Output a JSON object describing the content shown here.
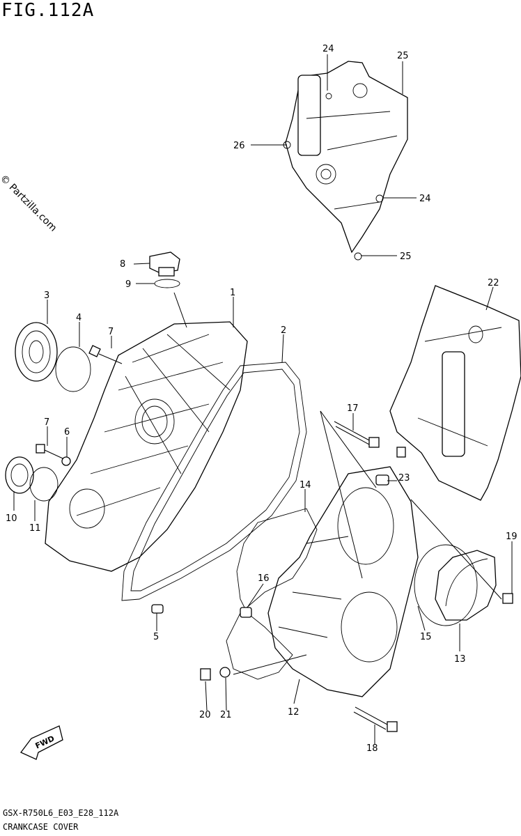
{
  "figure": {
    "title": "FIG.112A",
    "watermark": "© Partzilla.com",
    "model_code": "GSX-R750L6_E03_E28_112A",
    "section_name": "CRANKCASE COVER",
    "fwd_label": "FWD"
  },
  "callouts": [
    {
      "id": "c1",
      "label": "1"
    },
    {
      "id": "c2",
      "label": "2"
    },
    {
      "id": "c3",
      "label": "3"
    },
    {
      "id": "c4",
      "label": "4"
    },
    {
      "id": "c5",
      "label": "5"
    },
    {
      "id": "c6",
      "label": "6"
    },
    {
      "id": "c7a",
      "label": "7"
    },
    {
      "id": "c7b",
      "label": "7"
    },
    {
      "id": "c8",
      "label": "8"
    },
    {
      "id": "c9",
      "label": "9"
    },
    {
      "id": "c10",
      "label": "10"
    },
    {
      "id": "c11",
      "label": "11"
    },
    {
      "id": "c12",
      "label": "12"
    },
    {
      "id": "c13",
      "label": "13"
    },
    {
      "id": "c14",
      "label": "14"
    },
    {
      "id": "c15",
      "label": "15"
    },
    {
      "id": "c16",
      "label": "16"
    },
    {
      "id": "c17",
      "label": "17"
    },
    {
      "id": "c18",
      "label": "18"
    },
    {
      "id": "c19",
      "label": "19"
    },
    {
      "id": "c20",
      "label": "20"
    },
    {
      "id": "c21",
      "label": "21"
    },
    {
      "id": "c22",
      "label": "22"
    },
    {
      "id": "c23",
      "label": "23"
    },
    {
      "id": "c24a",
      "label": "24"
    },
    {
      "id": "c24b",
      "label": "24"
    },
    {
      "id": "c25a",
      "label": "25"
    },
    {
      "id": "c25b",
      "label": "25"
    },
    {
      "id": "c26",
      "label": "26"
    }
  ]
}
